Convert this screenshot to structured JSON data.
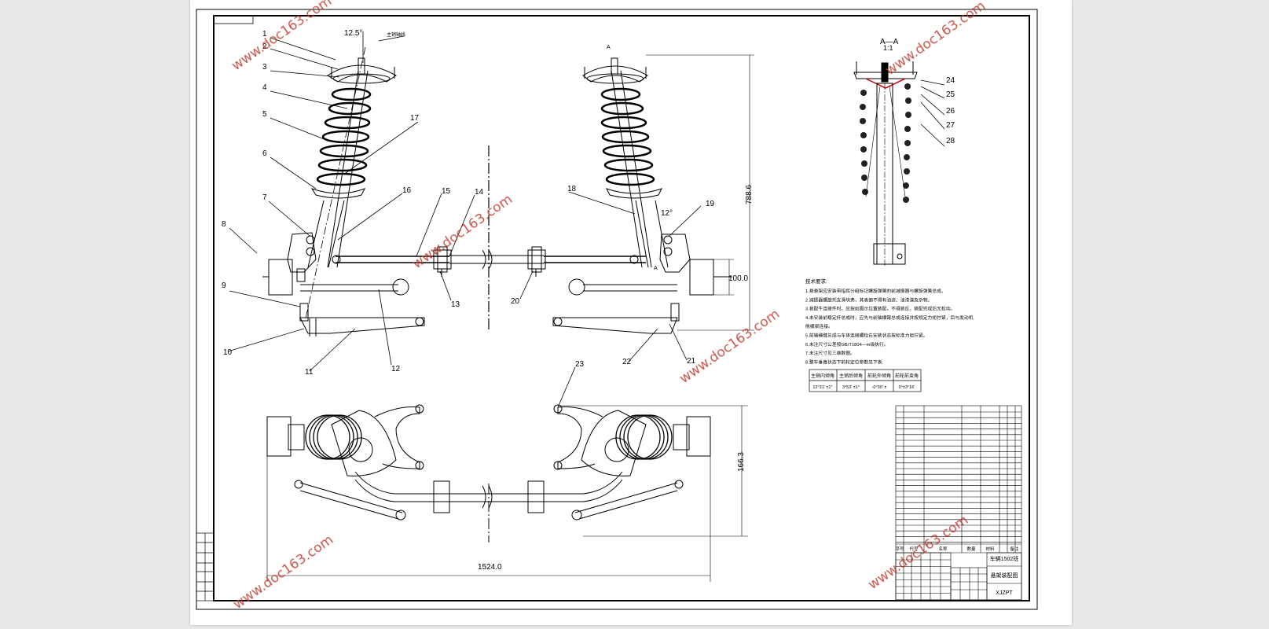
{
  "drawing": {
    "callouts": [
      "1",
      "2",
      "3",
      "4",
      "5",
      "6",
      "7",
      "8",
      "9",
      "10",
      "11",
      "12",
      "13",
      "14",
      "15",
      "16",
      "17",
      "18",
      "19",
      "20",
      "21",
      "22",
      "23",
      "24",
      "25",
      "26",
      "27",
      "28"
    ],
    "dims": {
      "angle_left": "12.5°",
      "angle_right": "12°",
      "height": "788.6",
      "side_offset": "100.0",
      "track": "1524.0",
      "plan_depth": "166.3"
    },
    "axis_note": "主销轴线",
    "section_title": "A—A",
    "section_scale": "1:1",
    "section_marker": "A"
  },
  "tech": {
    "title": "技术要求:",
    "lines": [
      "1.悬悬架应安装带指挥分组标记螺旋弹簧的前减振器与螺旋弹簧总成。",
      "2.减振器螺旋托支滑块弗，其表面不得有油迹、油漆渣及杂物。",
      "3.装配牛连接件时，应按如图示位置装配，不得装反，装配完成后无松动。",
      "4.未安装前稳定杆总成时，应先与前轴横臂总成连接并按规定力矩拧紧，后与发动机",
      "舱横梁连接。",
      "5.前轴横臂总成与车体连接螺栓在安装状态按标准力矩拧紧。",
      "6.未注尺寸公差按GB/T1804—m级执行。",
      "7.未注尺寸见三维数据。",
      "8.整车垂直状态下前轮定位参数见下表:"
    ],
    "table_headers": [
      "主销内倾角",
      "主销后倾角",
      "前轮外倾角",
      "前轮前束角"
    ],
    "table_values": [
      "12°31' ±1°",
      "3°53' ±1°",
      "-0°30' ±",
      "0°±3°16'"
    ]
  },
  "title_block": {
    "name": "车辆1502班",
    "drawing_title": "悬架装配图",
    "code": "XJZPT",
    "header_cols": [
      "序号",
      "代号",
      "名称",
      "数量",
      "材料",
      "备注"
    ]
  },
  "watermark": "www.doc163.com"
}
